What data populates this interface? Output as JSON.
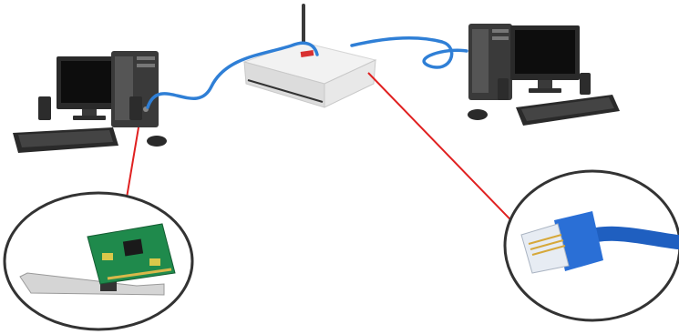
{
  "diagram": {
    "nodes": [
      {
        "id": "computer-left",
        "kind": "desktop computer"
      },
      {
        "id": "router",
        "kind": "wireless router"
      },
      {
        "id": "computer-right",
        "kind": "desktop computer"
      },
      {
        "id": "network-card",
        "kind": "network interface card",
        "callout": true
      },
      {
        "id": "rj45-plug",
        "kind": "RJ-45 connector",
        "callout": true
      }
    ],
    "links": [
      {
        "from": "computer-left",
        "to": "router",
        "cable": "ethernet",
        "color": "#2f7fd6"
      },
      {
        "from": "computer-right",
        "to": "router",
        "cable": "ethernet",
        "color": "#2f7fd6"
      },
      {
        "from": "computer-left",
        "to": "network-card",
        "cable": "pointer",
        "color": "#e02020"
      },
      {
        "from": "router",
        "to": "rj45-plug",
        "cable": "pointer",
        "color": "#e02020"
      }
    ],
    "colors": {
      "cable": "#2f7fd6",
      "pointer": "#e02020",
      "pcb": "#1f8a4c",
      "outline": "#333333",
      "router_body": "#f2f2f2",
      "router_brand": "#d83030"
    }
  }
}
